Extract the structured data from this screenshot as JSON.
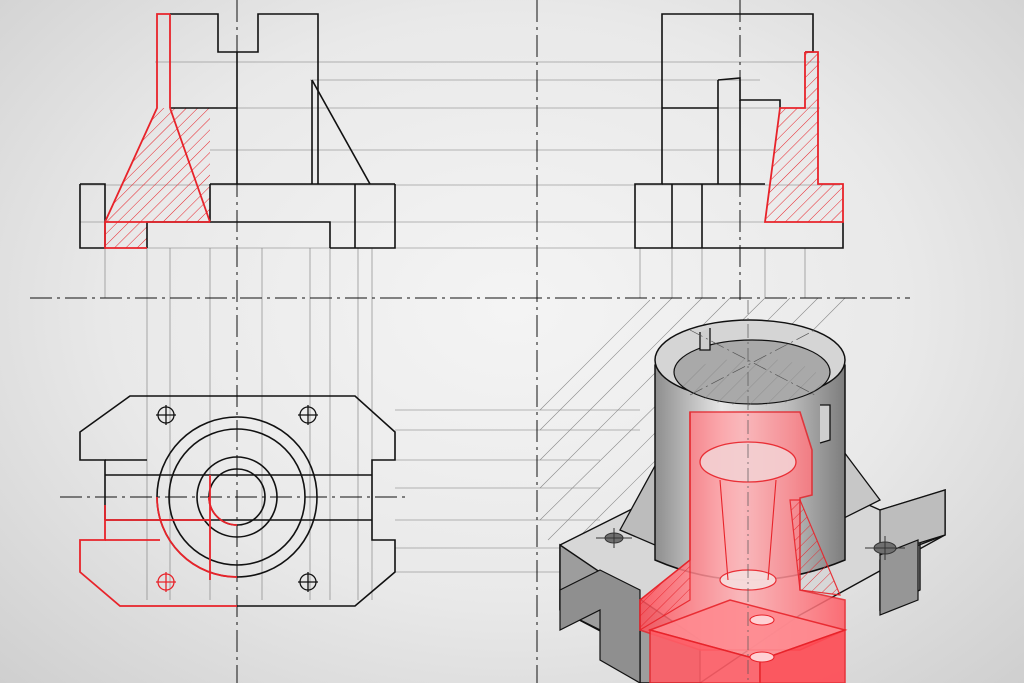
{
  "colors": {
    "line": "#111111",
    "construction": "#6e6e6e",
    "section": "#e8232a",
    "section_fill": "#ff6b72",
    "metal_light": "#e4e4e4",
    "metal_mid": "#b9b9b9",
    "metal_dark": "#8c8c8c"
  },
  "views": {
    "front": "front-section-view",
    "side": "side-section-view",
    "top": "top-plan-view",
    "iso": "isometric-section-view"
  },
  "icons": [
    "center-cross-icon",
    "bolt-hole-icon",
    "hatch-pattern-icon"
  ]
}
